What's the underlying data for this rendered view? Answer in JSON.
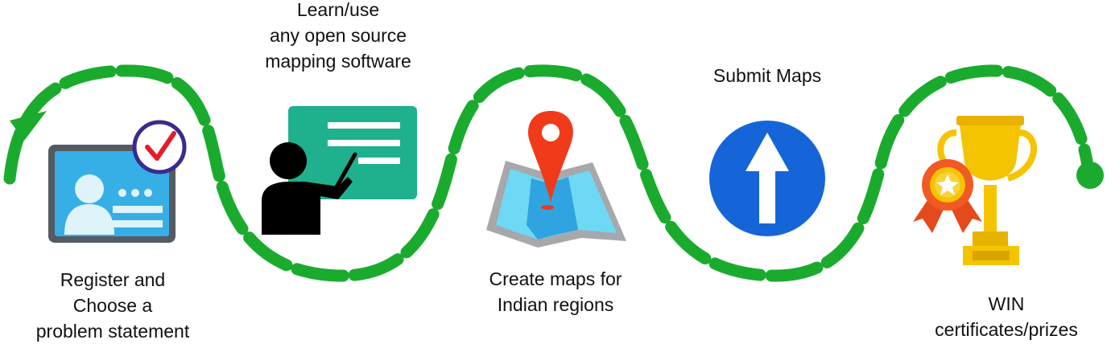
{
  "colors": {
    "path": "#1aab2e",
    "card": "#36aee6",
    "board": "#1fb08e",
    "pin": "#f03a1a",
    "arrow_circle": "#1565d8",
    "trophy": "#f5c400",
    "badge": "#f15a24"
  },
  "steps": [
    {
      "icon": "id-card-check-icon",
      "lines": [
        "Register and",
        "Choose a",
        "problem statement"
      ]
    },
    {
      "icon": "teacher-board-icon",
      "lines": [
        "Learn/use",
        "any open source",
        "mapping software"
      ]
    },
    {
      "icon": "map-pin-icon",
      "lines": [
        "Create maps for",
        "Indian regions"
      ]
    },
    {
      "icon": "upload-arrow-icon",
      "lines": [
        "Submit Maps"
      ]
    },
    {
      "icon": "trophy-icon",
      "lines": [
        "WIN",
        "certificates/prizes"
      ]
    }
  ]
}
